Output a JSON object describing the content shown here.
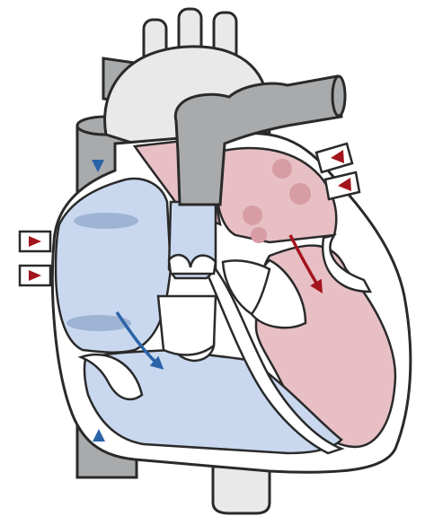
{
  "diagram": {
    "subject": "",
    "colors": {
      "outline": "#2a2a2a",
      "background": "#ffffff",
      "vessel_light": "#e9e9ea",
      "vessel_dark": "#a8aaac",
      "deoxygenated_fill": "#c9d8ef",
      "deoxygenated_shade": "#9fb4d4",
      "deoxygenated_arrow": "#2a63a8",
      "oxygenated_fill": "#e7bfc4",
      "oxygenated_shade": "#d79ca4",
      "oxygenated_arrow": "#a3141c"
    },
    "flow_markers": {
      "blue_arrowheads": 2,
      "red_arrowheads": 4,
      "blue_flow_arrows": 1,
      "red_flow_arrows": 1
    }
  }
}
